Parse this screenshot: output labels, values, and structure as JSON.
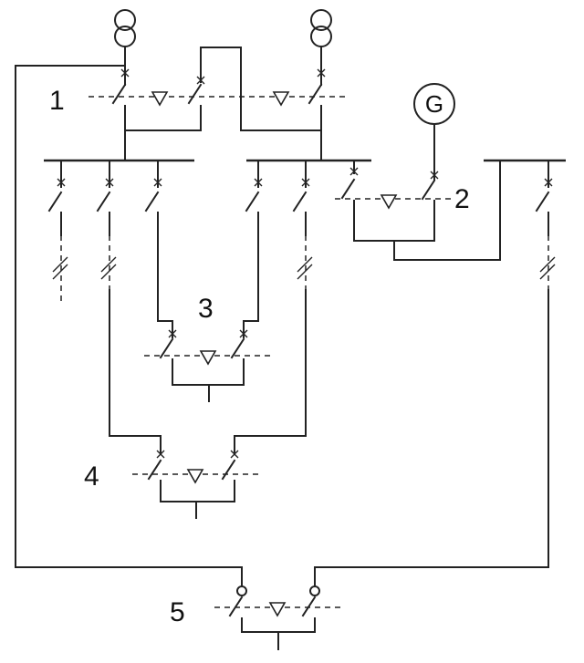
{
  "labels": {
    "group_1": "1",
    "group_2": "2",
    "group_3": "3",
    "group_4": "4",
    "group_5": "5",
    "generator": "G"
  }
}
